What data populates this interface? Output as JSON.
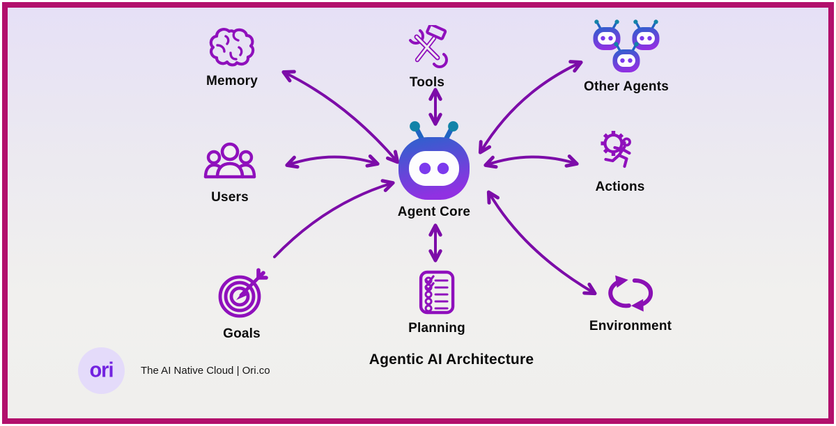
{
  "diagram_title": "Agentic AI Architecture",
  "center_node": {
    "label": "Agent Core",
    "icon": "robot-icon"
  },
  "nodes": [
    {
      "id": "memory",
      "label": "Memory",
      "icon": "brain-icon"
    },
    {
      "id": "tools",
      "label": "Tools",
      "icon": "hammer-wrench-icon"
    },
    {
      "id": "other-agents",
      "label": "Other Agents",
      "icon": "robot-group-icon"
    },
    {
      "id": "users",
      "label": "Users",
      "icon": "people-icon"
    },
    {
      "id": "actions",
      "label": "Actions",
      "icon": "gear-runner-icon"
    },
    {
      "id": "goals",
      "label": "Goals",
      "icon": "target-arrow-icon"
    },
    {
      "id": "planning",
      "label": "Planning",
      "icon": "checklist-icon"
    },
    {
      "id": "environment",
      "label": "Environment",
      "icon": "cycle-icon"
    }
  ],
  "connections": [
    {
      "from": "agent-core",
      "to": "memory",
      "shape": "curved",
      "bidirectional": true
    },
    {
      "from": "agent-core",
      "to": "tools",
      "shape": "straight",
      "bidirectional": true
    },
    {
      "from": "agent-core",
      "to": "other-agents",
      "shape": "curved",
      "bidirectional": true
    },
    {
      "from": "agent-core",
      "to": "users",
      "shape": "curved",
      "bidirectional": true
    },
    {
      "from": "agent-core",
      "to": "actions",
      "shape": "curved",
      "bidirectional": true
    },
    {
      "from": "goals",
      "to": "agent-core",
      "shape": "curved",
      "bidirectional": false
    },
    {
      "from": "agent-core",
      "to": "planning",
      "shape": "straight",
      "bidirectional": true
    },
    {
      "from": "agent-core",
      "to": "environment",
      "shape": "curved",
      "bidirectional": true
    }
  ],
  "footer": {
    "logo_text": "ori",
    "tagline": "The AI Native Cloud | Ori.co"
  },
  "colors": {
    "frame_border": "#B2106C",
    "arrow": "#7C0CA8",
    "icon_purple": "#8F10BC",
    "robot_blue": "#2A63CC",
    "robot_purple": "#9031E2",
    "antenna_teal": "#1283A8",
    "eye_purple": "#7C3AED",
    "logo_circle": "#E4DBFA",
    "logo_text_color": "#7222E0"
  }
}
